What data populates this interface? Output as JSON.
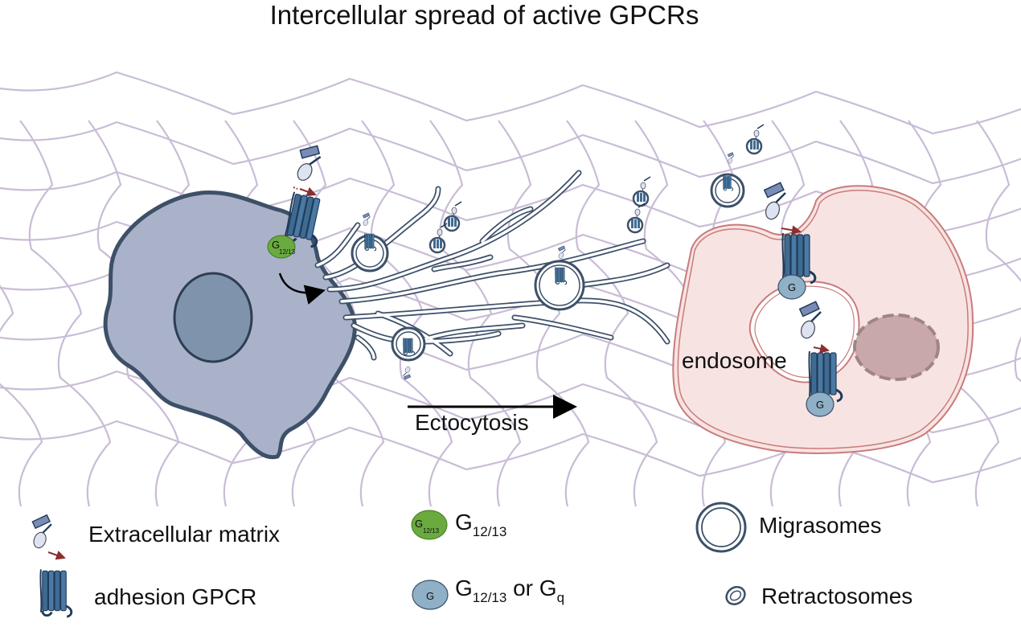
{
  "title": "Intercellular spread of active GPCRs",
  "labels": {
    "ectocytosis": "Ectocytosis",
    "endosome": "endosome"
  },
  "gprotein_chip": {
    "g1213_main": "G",
    "g1213_sub": "12/13",
    "g_text": "G"
  },
  "legend": {
    "ecm": "Extracellular matrix",
    "gpcr": "adhesion GPCR",
    "g1213_main": "G",
    "g1213_sub": "12/13",
    "gq_prefix": "G",
    "gq_sub1": "12/13",
    "gq_or": " or G",
    "gq_sub2": "q",
    "migrasomes": "Migrasomes",
    "retractosomes": "Retractosomes"
  },
  "colors": {
    "ecm_fiber": "#c9bcd6",
    "cell_left_fill": "#a9b2c8",
    "cell_left_stroke": "#3d5068",
    "nucleus_fill": "#7f93ad",
    "cell_right_fill": "#f7e4e2",
    "cell_right_stroke": "#c97b7b",
    "nucleus_right": "#c9a8aa",
    "receptor": "#3f6b91",
    "g1213": "#6aaa3f",
    "g_blue": "#8fb0c6",
    "ecm_ligand": "#7a8bb5"
  }
}
